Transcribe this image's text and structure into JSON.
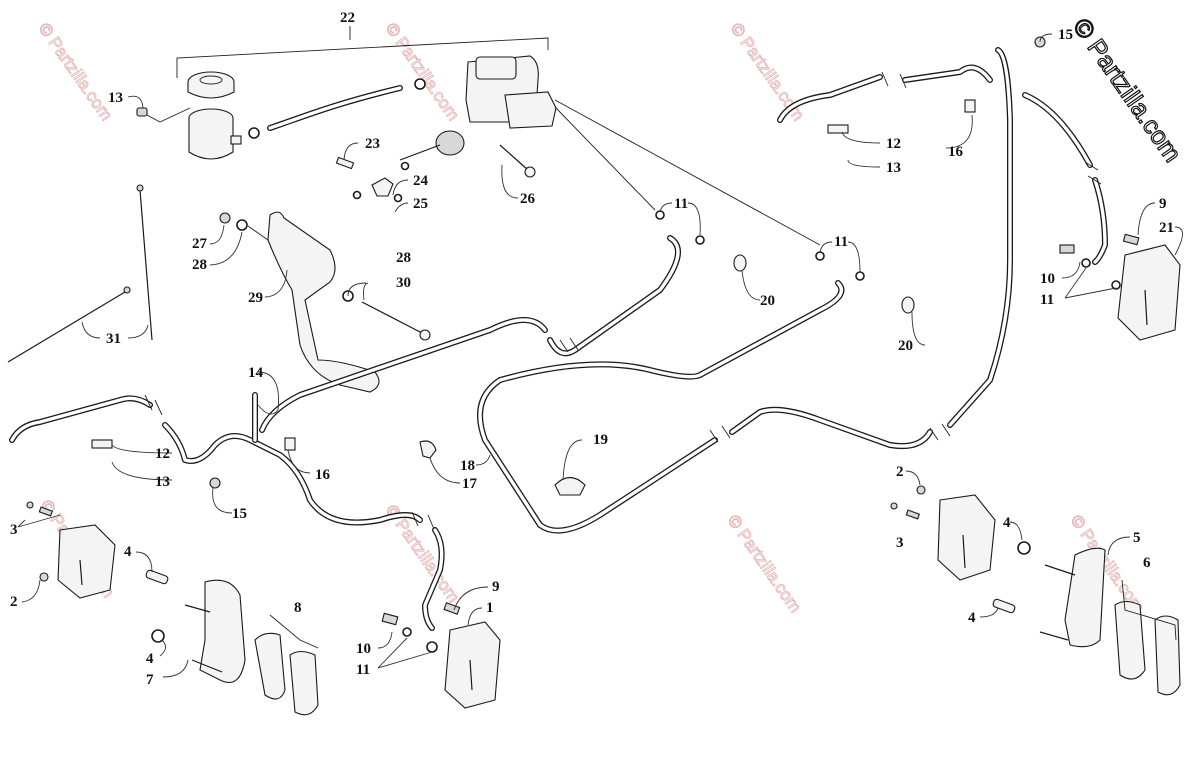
{
  "diagram": {
    "subject": "Brake system exploded parts diagram",
    "watermark_text": "© Partzilla.com",
    "watermark_color": "#e6b8b8",
    "callouts": [
      {
        "id": "c22",
        "label": "22"
      },
      {
        "id": "c13a",
        "label": "13"
      },
      {
        "id": "c23",
        "label": "23"
      },
      {
        "id": "c24",
        "label": "24"
      },
      {
        "id": "c25",
        "label": "25"
      },
      {
        "id": "c26",
        "label": "26"
      },
      {
        "id": "c27",
        "label": "27"
      },
      {
        "id": "c28a",
        "label": "28"
      },
      {
        "id": "c28b",
        "label": "28"
      },
      {
        "id": "c29",
        "label": "29"
      },
      {
        "id": "c30",
        "label": "30"
      },
      {
        "id": "c31",
        "label": "31"
      },
      {
        "id": "c11a",
        "label": "11"
      },
      {
        "id": "c20a",
        "label": "20"
      },
      {
        "id": "c11b",
        "label": "11"
      },
      {
        "id": "c20b",
        "label": "20"
      },
      {
        "id": "c15a",
        "label": "15"
      },
      {
        "id": "c12a",
        "label": "12"
      },
      {
        "id": "c13b",
        "label": "13"
      },
      {
        "id": "c16a",
        "label": "16"
      },
      {
        "id": "c9a",
        "label": "9"
      },
      {
        "id": "c21",
        "label": "21"
      },
      {
        "id": "c10a",
        "label": "10"
      },
      {
        "id": "c11c",
        "label": "11"
      },
      {
        "id": "c14",
        "label": "14"
      },
      {
        "id": "c12b",
        "label": "12"
      },
      {
        "id": "c13c",
        "label": "13"
      },
      {
        "id": "c16b",
        "label": "16"
      },
      {
        "id": "c15b",
        "label": "15"
      },
      {
        "id": "c17",
        "label": "17"
      },
      {
        "id": "c18",
        "label": "18"
      },
      {
        "id": "c19",
        "label": "19"
      },
      {
        "id": "c3a",
        "label": "3"
      },
      {
        "id": "c2a",
        "label": "2"
      },
      {
        "id": "c4a",
        "label": "4"
      },
      {
        "id": "c4b",
        "label": "4"
      },
      {
        "id": "c7",
        "label": "7"
      },
      {
        "id": "c8",
        "label": "8"
      },
      {
        "id": "c9b",
        "label": "9"
      },
      {
        "id": "c1",
        "label": "1"
      },
      {
        "id": "c10b",
        "label": "10"
      },
      {
        "id": "c11d",
        "label": "11"
      },
      {
        "id": "c2b",
        "label": "2"
      },
      {
        "id": "c3b",
        "label": "3"
      },
      {
        "id": "c4c",
        "label": "4"
      },
      {
        "id": "c4d",
        "label": "4"
      },
      {
        "id": "c5",
        "label": "5"
      },
      {
        "id": "c6",
        "label": "6"
      }
    ]
  }
}
